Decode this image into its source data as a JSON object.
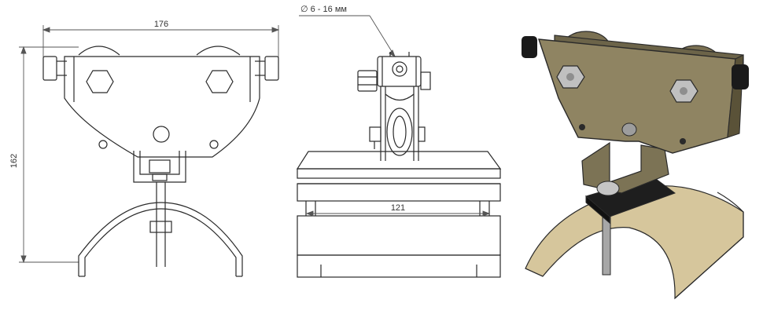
{
  "dimensions": {
    "overall_width": "176",
    "overall_height": "162",
    "cable_diameter": "∅ 6 - 16 мм",
    "block_width": "121"
  },
  "colors": {
    "line": "#2a2a2a",
    "dimension": "#555555",
    "plate_fill": "#8f8462",
    "plate_dark": "#5a5238",
    "saddle_fill": "#d6c69c",
    "saddle_edge": "#b3a276",
    "bolt_fill": "#b8b8b8",
    "bolt_dark": "#3a3a3a",
    "clamp_fill": "#1e1e1e"
  }
}
